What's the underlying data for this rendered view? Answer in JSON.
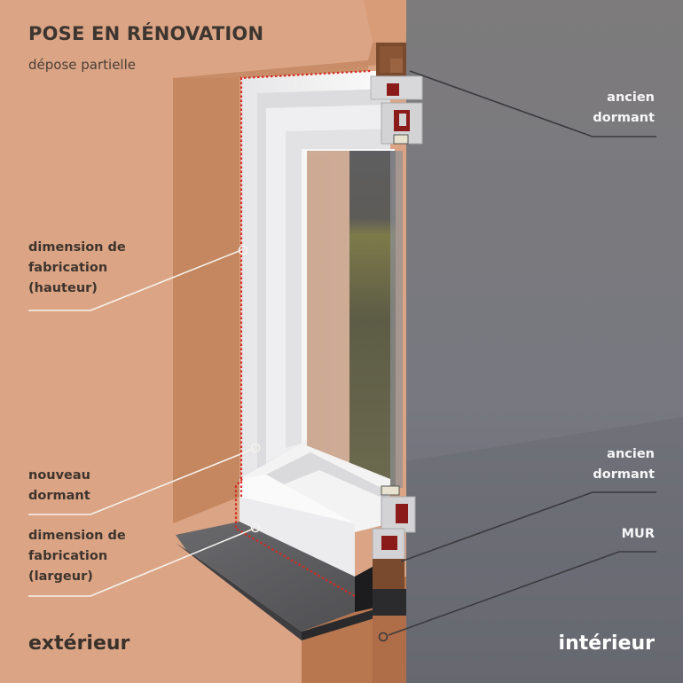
{
  "header": {
    "title": "POSE EN RÉNOVATION",
    "subtitle": "dépose partielle"
  },
  "labels_left": [
    {
      "id": "dimension-hauteur",
      "lines": [
        "dimension de",
        "fabrication",
        "(hauteur)"
      ]
    },
    {
      "id": "nouveau-dormant",
      "lines": [
        "nouveau",
        "dormant"
      ]
    },
    {
      "id": "dimension-largeur",
      "lines": [
        "dimension de",
        "fabrication",
        "(largeur)"
      ]
    }
  ],
  "labels_right": [
    {
      "id": "ancien-dormant-top",
      "lines": [
        "ancien",
        "dormant"
      ]
    },
    {
      "id": "ancien-dormant-bottom",
      "lines": [
        "ancien",
        "dormant"
      ]
    },
    {
      "id": "mur",
      "lines": [
        "MUR"
      ]
    }
  ],
  "sides": {
    "exterior": "extérieur",
    "interior": "intérieur"
  },
  "colors": {
    "exterior_wall": "#dba585",
    "reveal_wall": "#c88a64",
    "interior_wall": "#77767b",
    "window_frame": "#f1f1f1",
    "sill": "#5b5b5e",
    "dimension_line": "#d42a22",
    "old_frame_wood": "#8a5534",
    "gasket": "#8b1a1a"
  }
}
